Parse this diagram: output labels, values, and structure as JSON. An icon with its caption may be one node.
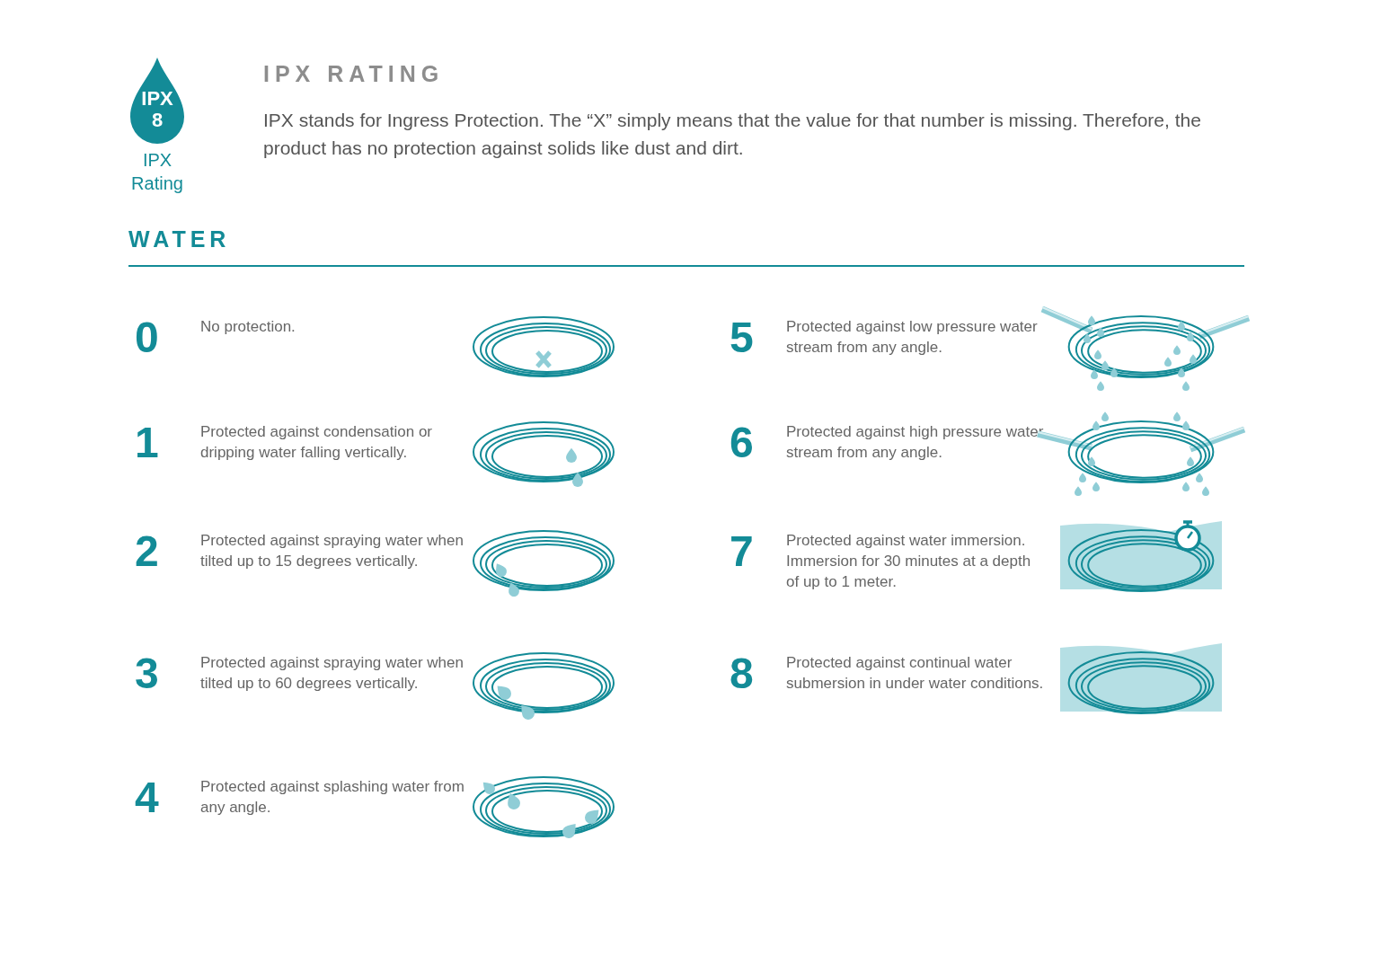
{
  "diagram": {
    "title": "IPX RATING",
    "nodes": [
      {
        "text": [
          "IPX 8"
        ],
        "beside": [
          "IPX Rating"
        ]
      }
    ],
    "edges": [],
    "labels": [
      "IPX stands for Ingress Protection. The “X” simply means that the value for that number is missing. Therefore, the product has no protection against solids like dust and dirt.",
      "WATER",
      "0",
      "No protection.",
      "1",
      "Protected against condensation or dripping water falling vertically.",
      "2",
      "Protected against spraying water when tilted up to 15 degrees vertically.",
      "3",
      "Protected against spraying water when tilted up to 60 degrees vertically.",
      "4",
      "Protected against splashing water from any angle.",
      "5",
      "Protected against low pressure water stream from any angle.",
      "6",
      "Protected against high pressure water stream from any angle.",
      "7",
      "Protected against water immersion. Immersion for 30 minutes at a depth of up to 1 meter.",
      "8",
      "Protected against continual water submersion in under water conditions."
    ]
  }
}
